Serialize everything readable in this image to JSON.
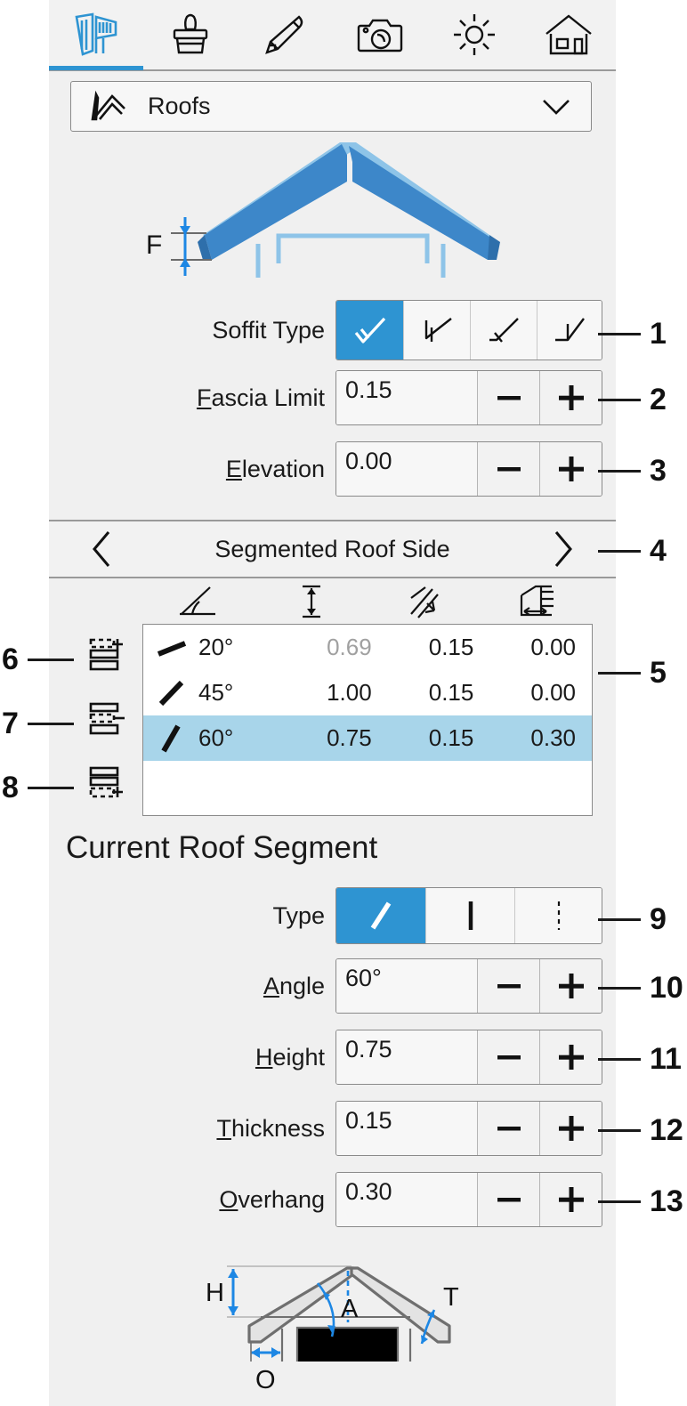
{
  "app": {
    "accent_color": "#2e94d2",
    "panel_bg": "#f0f0f0",
    "selection_color": "#a8d5ea"
  },
  "tabbar": {
    "tabs": [
      {
        "id": "measure",
        "icon": "caliper-icon",
        "active": true
      },
      {
        "id": "materials",
        "icon": "brush-icon",
        "active": false
      },
      {
        "id": "drawing",
        "icon": "pencil-icon",
        "active": false
      },
      {
        "id": "camera",
        "icon": "camera-icon",
        "active": false
      },
      {
        "id": "light",
        "icon": "sun-icon",
        "active": false
      },
      {
        "id": "building",
        "icon": "house-icon",
        "active": false
      }
    ]
  },
  "dropdown": {
    "icon": "roof-icon",
    "label": "Roofs",
    "chevron": "chevron-down-icon"
  },
  "top_diagram": {
    "label_f": "F"
  },
  "soffit": {
    "label": "Soffit Type",
    "options": [
      {
        "id": "soffit-perpendicular",
        "selected": true
      },
      {
        "id": "soffit-vertical",
        "selected": false
      },
      {
        "id": "soffit-horizontal",
        "selected": false
      },
      {
        "id": "soffit-closed",
        "selected": false
      }
    ],
    "callout": "1"
  },
  "fascia_limit": {
    "label_prefix": "",
    "accel": "F",
    "label_rest": "ascia Limit",
    "value": "0.15",
    "minus": "—",
    "plus": "+",
    "callout": "2"
  },
  "elevation": {
    "accel": "E",
    "label_rest": "levation",
    "value": "0.00",
    "minus": "—",
    "plus": "+",
    "callout": "3"
  },
  "nav": {
    "prev": "chevron-left-icon",
    "title": "Segmented Roof Side",
    "next": "chevron-right-icon",
    "callout": "4"
  },
  "table": {
    "callout": "5",
    "columns": [
      {
        "id": "angle",
        "icon": "angle-icon"
      },
      {
        "id": "height",
        "icon": "height-arrow-icon"
      },
      {
        "id": "thickness",
        "icon": "thickness-icon"
      },
      {
        "id": "overhang",
        "icon": "overhang-icon"
      }
    ],
    "rows": [
      {
        "icon": "slope-shallow-icon",
        "angle": "20°",
        "height": "0.69",
        "height_dim": true,
        "thickness": "0.15",
        "overhang": "0.00",
        "selected": false
      },
      {
        "icon": "slope-medium-icon",
        "angle": "45°",
        "height": "1.00",
        "height_dim": false,
        "thickness": "0.15",
        "overhang": "0.00",
        "selected": false
      },
      {
        "icon": "slope-steep-icon",
        "angle": "60°",
        "height": "0.75",
        "height_dim": false,
        "thickness": "0.15",
        "overhang": "0.30",
        "selected": true
      }
    ]
  },
  "list_actions": [
    {
      "id": "insert-segment-above",
      "icon": "row-insert-above-icon",
      "callout": "6"
    },
    {
      "id": "delete-segment",
      "icon": "row-delete-icon",
      "callout": "7"
    },
    {
      "id": "insert-segment-below",
      "icon": "row-insert-below-icon",
      "callout": "8"
    }
  ],
  "section": {
    "title": "Current Roof Segment"
  },
  "segment_type": {
    "label": "Type",
    "options": [
      {
        "id": "type-sloped",
        "selected": true
      },
      {
        "id": "type-vertical",
        "selected": false
      },
      {
        "id": "type-dashed",
        "selected": false
      }
    ],
    "callout": "9"
  },
  "angle": {
    "accel": "A",
    "label_rest": "ngle",
    "value": "60°",
    "minus": "—",
    "plus": "+",
    "callout": "10"
  },
  "height": {
    "accel": "H",
    "label_rest": "eight",
    "value": "0.75",
    "minus": "—",
    "plus": "+",
    "callout": "11"
  },
  "thickness": {
    "accel": "T",
    "label_rest": "hickness",
    "value": "0.15",
    "minus": "—",
    "plus": "+",
    "callout": "12"
  },
  "overhang": {
    "accel": "O",
    "label_rest": "verhang",
    "value": "0.30",
    "minus": "—",
    "plus": "+",
    "callout": "13"
  },
  "bottom_diagram": {
    "label_h": "H",
    "label_a": "A",
    "label_t": "T",
    "label_o": "O"
  }
}
